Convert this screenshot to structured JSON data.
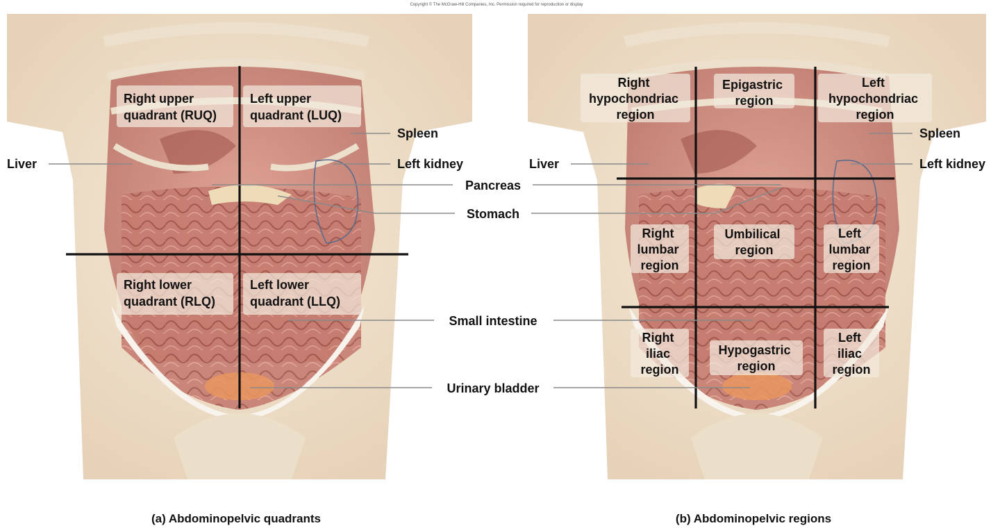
{
  "copyright": "Copyright © The McGraw-Hill Companies, Inc. Permission required for reproduction or display",
  "panel_a": {
    "caption": "(a) Abdominopelvic quadrants",
    "quadrants": {
      "ruq": [
        "Right upper",
        "quadrant (RUQ)"
      ],
      "luq": [
        "Left upper",
        "quadrant (LUQ)"
      ],
      "rlq": [
        "Right lower",
        "quadrant (RLQ)"
      ],
      "llq": [
        "Left lower",
        "quadrant (LLQ)"
      ]
    },
    "organs": {
      "liver": "Liver",
      "spleen": "Spleen",
      "left_kidney": "Left kidney"
    }
  },
  "panel_b": {
    "caption": "(b) Abdominopelvic regions",
    "regions": {
      "right_hypochondriac": [
        "Right",
        "hypochondriac",
        "region"
      ],
      "epigastric": [
        "Epigastric",
        "region"
      ],
      "left_hypochondriac": [
        "Left",
        "hypochondriac",
        "region"
      ],
      "right_lumbar": [
        "Right",
        "lumbar",
        "region"
      ],
      "umbilical": [
        "Umbilical",
        "region"
      ],
      "left_lumbar": [
        "Left",
        "lumbar",
        "region"
      ],
      "right_iliac": [
        "Right",
        "iliac",
        "region"
      ],
      "hypogastric": [
        "Hypogastric",
        "region"
      ],
      "left_iliac": [
        "Left",
        "iliac",
        "region"
      ]
    },
    "organs": {
      "liver": "Liver",
      "spleen": "Spleen",
      "left_kidney": "Left kidney"
    }
  },
  "shared_labels": {
    "pancreas": "Pancreas",
    "stomach": "Stomach",
    "small_intestine": "Small intestine",
    "urinary_bladder": "Urinary bladder"
  }
}
